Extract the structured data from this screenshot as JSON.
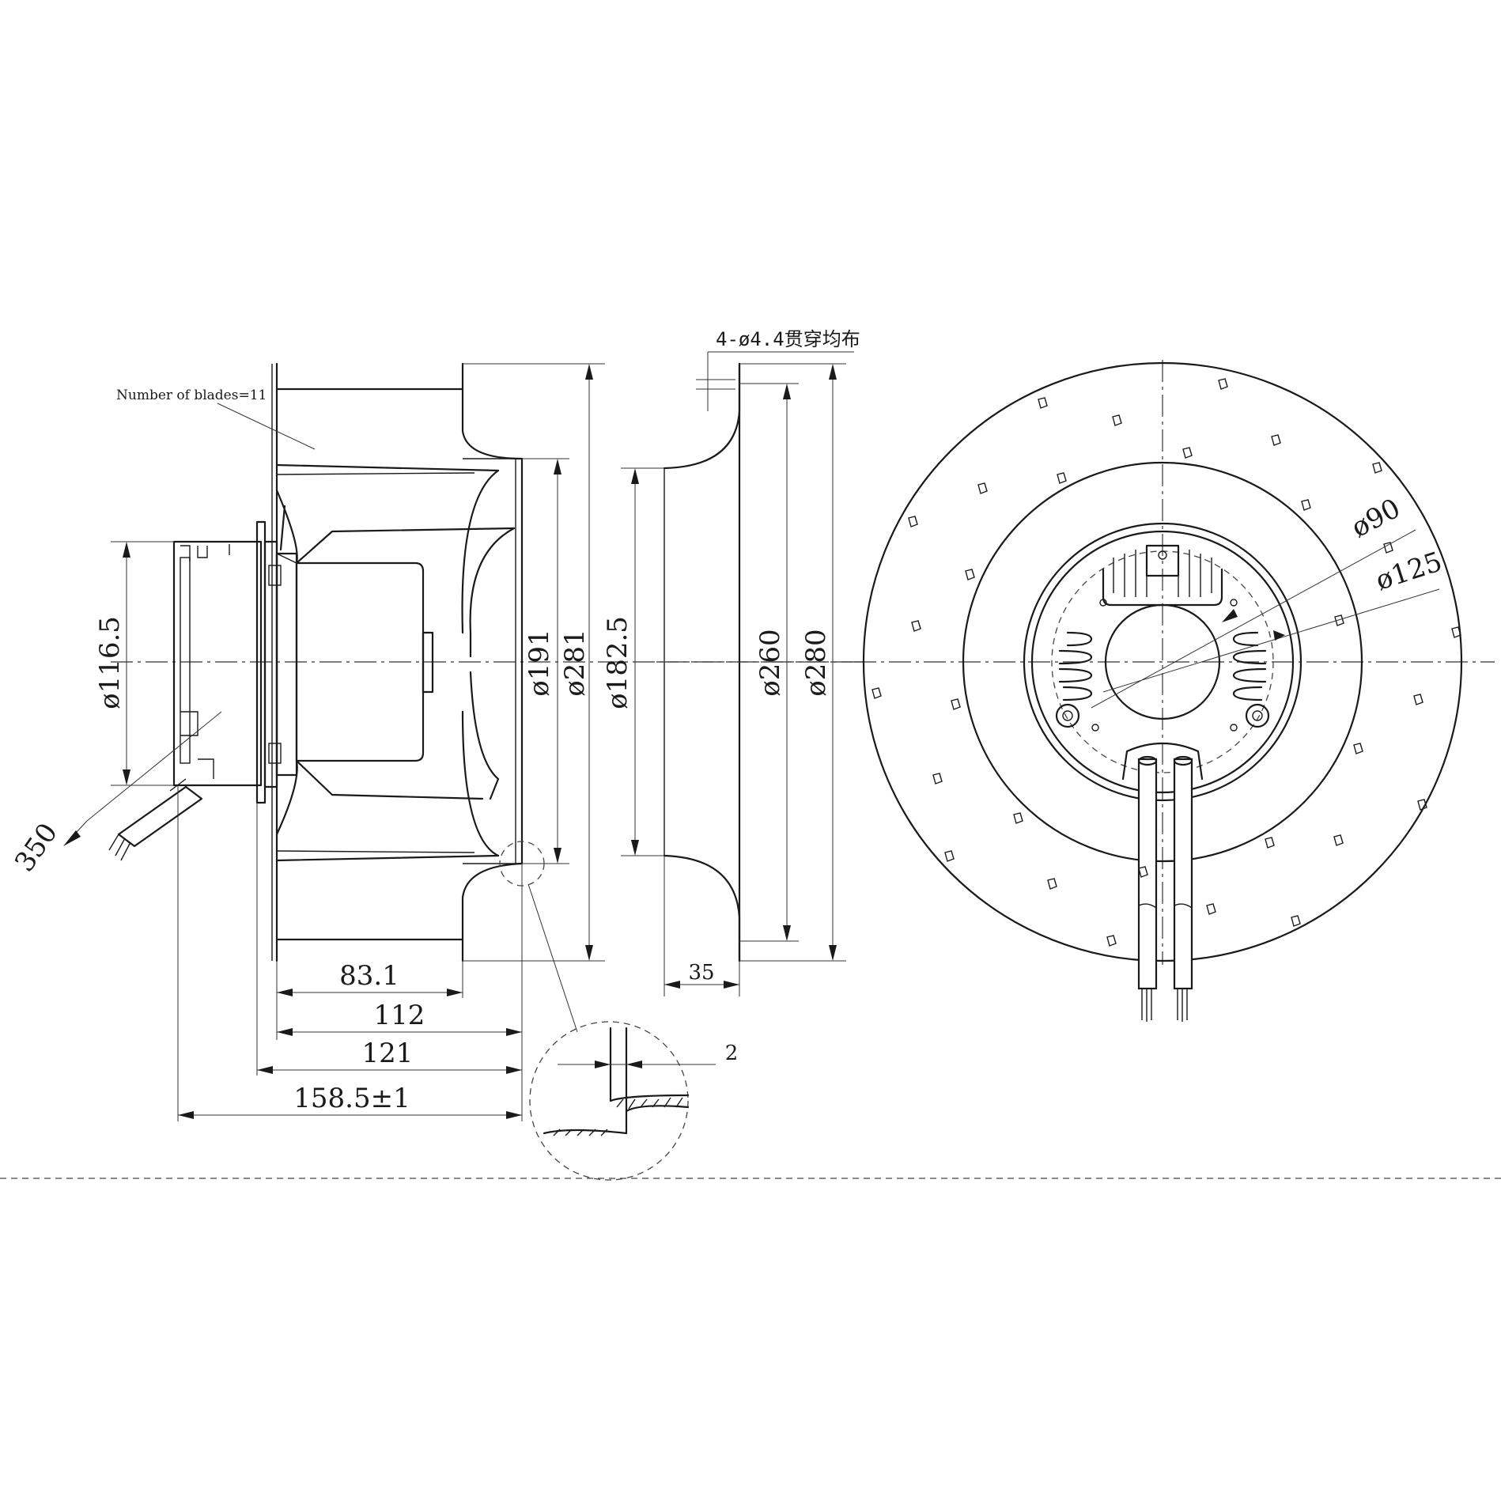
{
  "annotations": {
    "blades_note": "Number of blades=11",
    "holes_note": "4-ø4.4贯穿均布"
  },
  "dimensions": {
    "d_116_5": "ø116.5",
    "cable_350": "350",
    "d_191": "ø191",
    "d_281": "ø281",
    "d_182_5": "ø182.5",
    "d_260": "ø260",
    "d_280": "ø280",
    "d_90": "ø90",
    "d_125": "ø125",
    "l_83_1": "83.1",
    "l_112": "112",
    "l_121": "121",
    "l_158_5": "158.5±1",
    "l_35": "35",
    "t_2": "2"
  }
}
